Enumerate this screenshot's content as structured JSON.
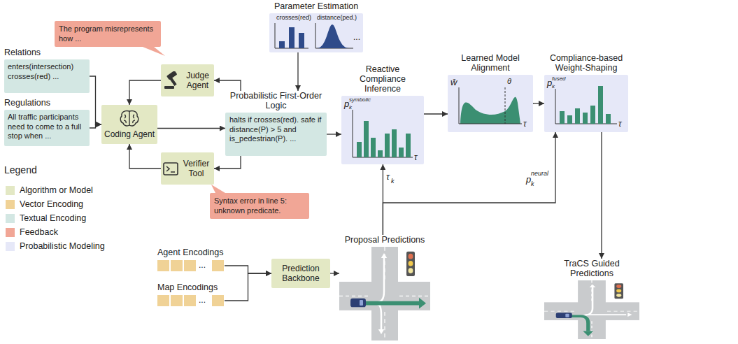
{
  "diagram": {
    "nodes": [
      {
        "text": [
          "Relations",
          "enters(intersection) crosses(red) ..."
        ]
      },
      {
        "text": [
          "Regulations",
          "All traffic participants need to come to a full stop when ..."
        ]
      },
      {
        "text": [
          "Coding Agent"
        ]
      },
      {
        "text": [
          "Judge Agent"
        ]
      },
      {
        "text": [
          "The program misrepresents how ..."
        ]
      },
      {
        "text": [
          "Verifier Tool"
        ]
      },
      {
        "text": [
          "Syntax error in line 5: unknown predicate."
        ]
      },
      {
        "text": [
          "Probabilistic First-Order Logic",
          "halts if crosses(red). safe if distance(P) > 5 and is_pedestrian(P). ..."
        ]
      },
      {
        "text": [
          "Parameter Estimation",
          "crosses(red)",
          "distance(ped.)",
          "..."
        ]
      },
      {
        "text": [
          "Reactive Compliance Inference",
          "p",
          "k",
          "symbolic",
          "τ"
        ]
      },
      {
        "text": [
          "Learned Model Alignment",
          "ŵ",
          "θ",
          "τ"
        ]
      },
      {
        "text": [
          "Compliance-based Weight-Shaping",
          "p",
          "k",
          "fused",
          "τ"
        ]
      },
      {
        "text": [
          "Agent Encodings",
          "..."
        ]
      },
      {
        "text": [
          "Map Encodings",
          "..."
        ]
      },
      {
        "text": [
          "Prediction Backbone"
        ]
      },
      {
        "text": [
          "Proposal Predictions"
        ]
      },
      {
        "text": [
          "TraCS Guided Predictions"
        ]
      }
    ],
    "edges": [
      {
        "from": 0,
        "to": 2,
        "arrow": "to"
      },
      {
        "from": 1,
        "to": 2,
        "arrow": "to"
      },
      {
        "from": 2,
        "to": 7,
        "arrow": "to"
      },
      {
        "from": 7,
        "to": 3,
        "arrow": "to"
      },
      {
        "from": 3,
        "to": 2,
        "arrow": "to"
      },
      {
        "from": 7,
        "to": 5,
        "arrow": "to"
      },
      {
        "from": 5,
        "to": 2,
        "arrow": "to"
      },
      {
        "from": 8,
        "to": 7,
        "arrow": "to"
      },
      {
        "from": 7,
        "to": 9,
        "arrow": "to"
      },
      {
        "from": 9,
        "to": 10,
        "arrow": "to"
      },
      {
        "from": 10,
        "to": 11,
        "arrow": "to"
      },
      {
        "from": 12,
        "to": 14,
        "arrow": "to"
      },
      {
        "from": 13,
        "to": 14,
        "arrow": "to"
      },
      {
        "from": 14,
        "to": 15,
        "arrow": "to"
      },
      {
        "from": 15,
        "to": 9,
        "arrow": "to"
      },
      {
        "from": 15,
        "to": 11,
        "arrow": "to"
      },
      {
        "from": 11,
        "to": 16,
        "arrow": "to"
      }
    ],
    "labels": [
      "Legend",
      "τ",
      "k",
      "p",
      "k",
      "neural"
    ],
    "legend": [
      {
        "text": "Algorithm or Model",
        "color": "#e3e8c4"
      },
      {
        "text": "Vector Encoding",
        "color": "#f0d296"
      },
      {
        "text": "Textual Encoding",
        "color": "#d3e7e3"
      },
      {
        "text": "Feedback",
        "color": "#f1a696"
      },
      {
        "text": "Probabilistic Modeling",
        "color": "#e6e8f8"
      }
    ]
  }
}
